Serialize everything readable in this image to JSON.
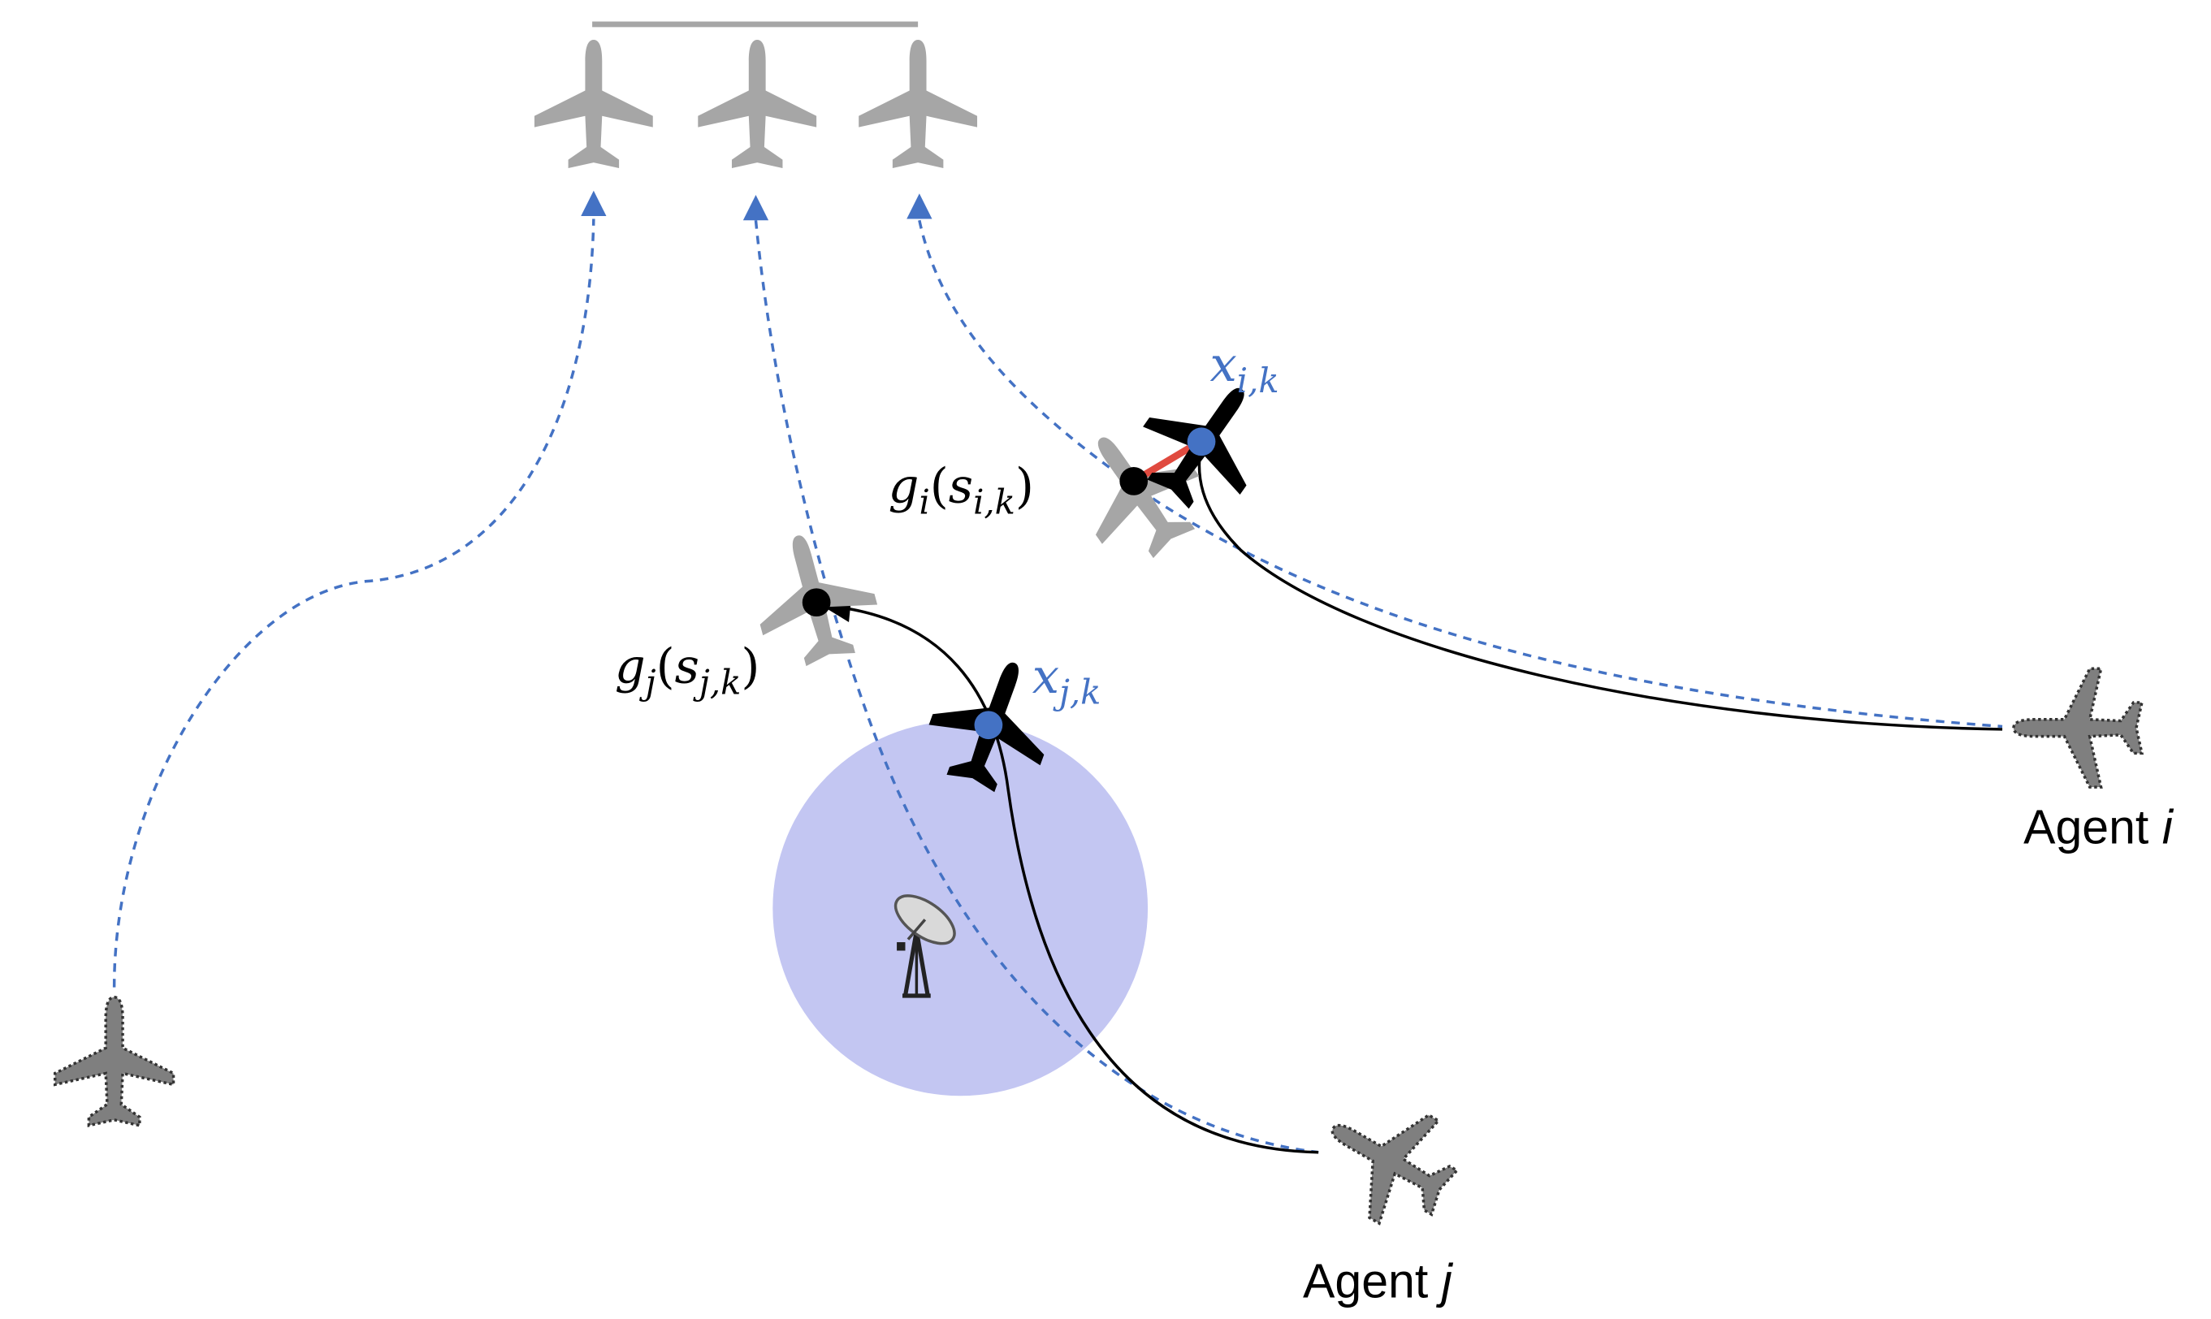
{
  "labels": {
    "agent_i": {
      "text": "Agent ",
      "var": "i"
    },
    "agent_j": {
      "text": "Agent ",
      "var": "j"
    },
    "x_i_k": {
      "base": "x",
      "sub": "i,k"
    },
    "x_j_k": {
      "base": "x",
      "sub": "j,k"
    },
    "g_i": {
      "fn": "g",
      "fn_sub": "i",
      "arg": "s",
      "arg_sub": "i,k"
    },
    "g_j": {
      "fn": "g",
      "fn_sub": "j",
      "arg": "s",
      "arg_sub": "j,k"
    }
  },
  "colors": {
    "path_dashed": "#4472c4",
    "arrow_head": "#4472c4",
    "actual_path": "#000000",
    "gray_plane": "#a6a6a6",
    "dark_gray_plane": "#7f7f7f",
    "current_plane": "#000000",
    "current_dot": "#4472c4",
    "reference_dot": "#000000",
    "error_link": "#e04a3f",
    "coverage_circle": "#c3c6f2",
    "runway": "#a6a6a6",
    "label_blue": "#4472c4",
    "label_black": "#000000"
  },
  "icons": {
    "destination_planes": "airplane-icon",
    "agent_planes": "airplane-icon",
    "antenna": "satellite-dish-icon"
  }
}
